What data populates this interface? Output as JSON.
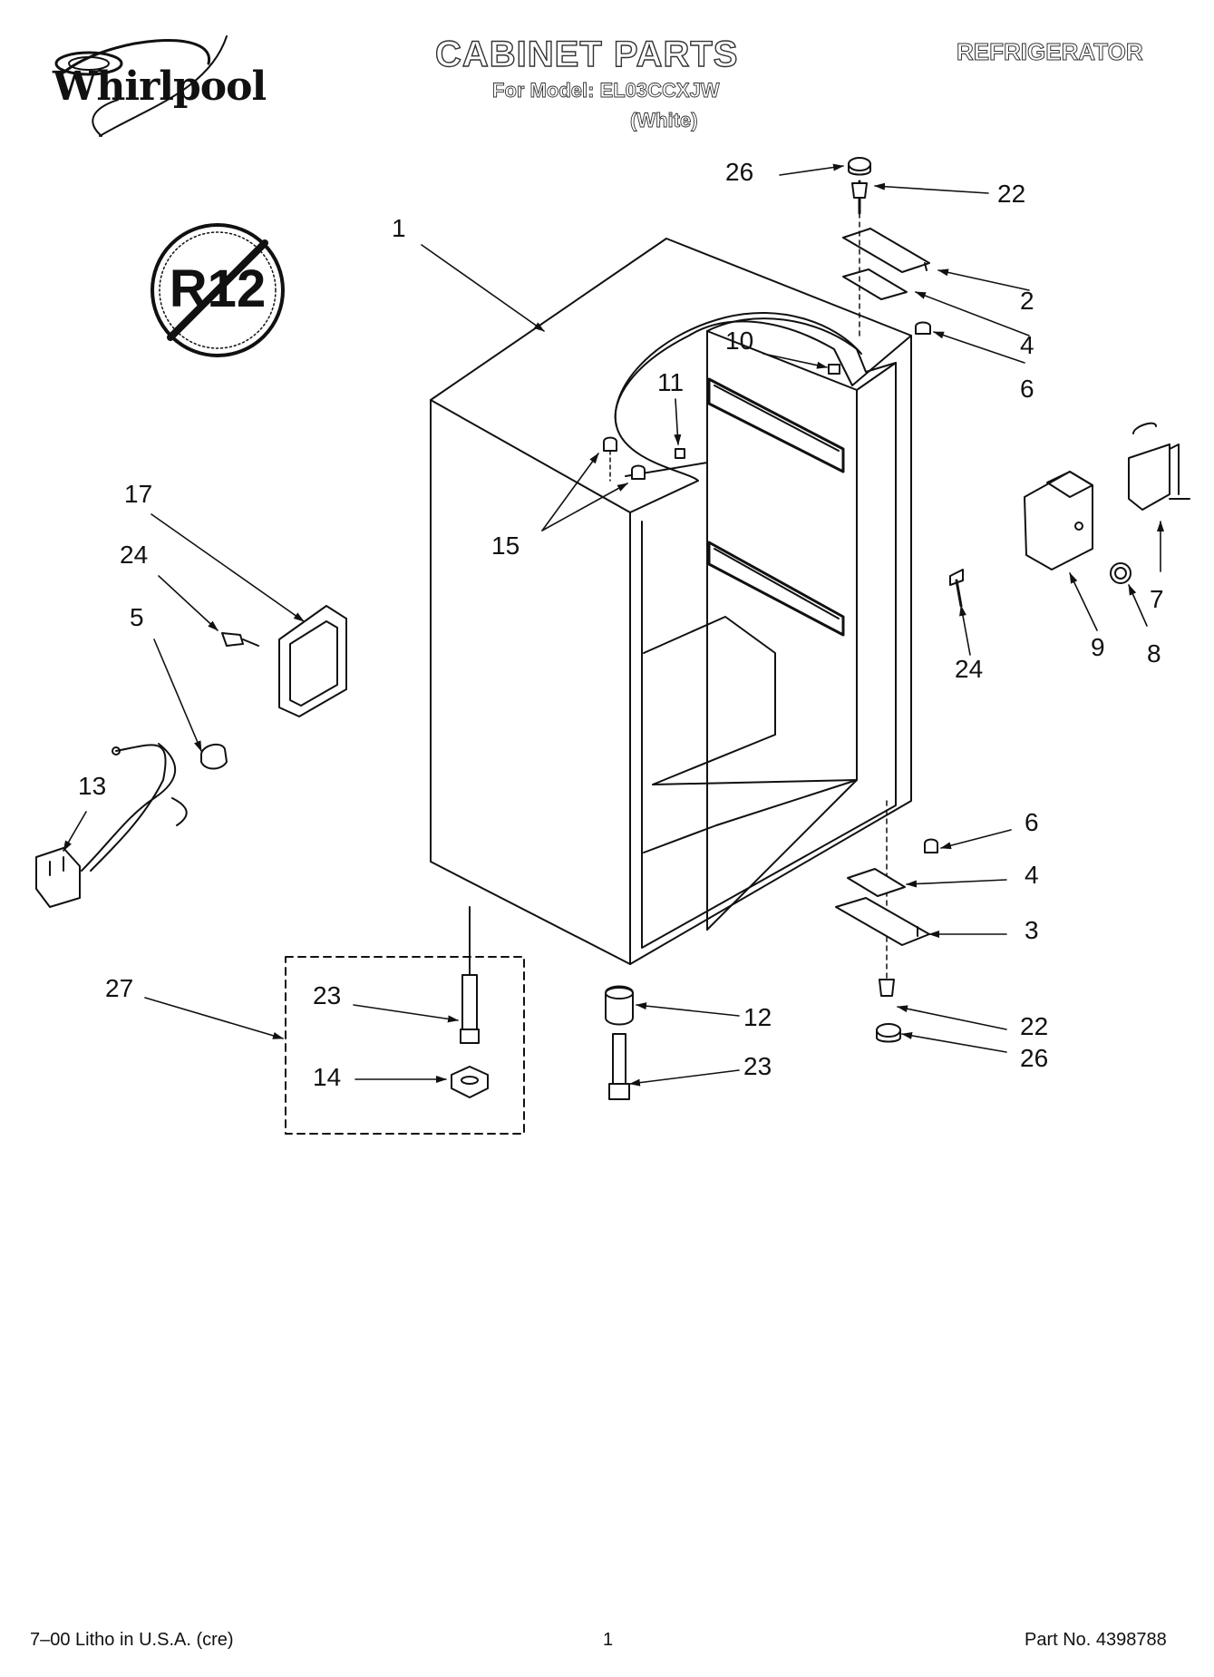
{
  "header": {
    "brand": "Whirlpool",
    "title": "CABINET PARTS",
    "model_line": "For Model: EL03CCXJW",
    "color_line": "(White)",
    "category": "REFRIGERATOR"
  },
  "badge": {
    "text": "R12"
  },
  "callouts": [
    {
      "id": "c26top",
      "text": "26"
    },
    {
      "id": "c22top",
      "text": "22"
    },
    {
      "id": "c1",
      "text": "1"
    },
    {
      "id": "c2",
      "text": "2"
    },
    {
      "id": "c4top",
      "text": "4"
    },
    {
      "id": "c6top",
      "text": "6"
    },
    {
      "id": "c10",
      "text": "10"
    },
    {
      "id": "c11",
      "text": "11"
    },
    {
      "id": "c15",
      "text": "15"
    },
    {
      "id": "c17",
      "text": "17"
    },
    {
      "id": "c24left",
      "text": "24"
    },
    {
      "id": "c5",
      "text": "5"
    },
    {
      "id": "c13",
      "text": "13"
    },
    {
      "id": "c7",
      "text": "7"
    },
    {
      "id": "c9",
      "text": "9"
    },
    {
      "id": "c8",
      "text": "8"
    },
    {
      "id": "c24right",
      "text": "24"
    },
    {
      "id": "c6bot",
      "text": "6"
    },
    {
      "id": "c4bot",
      "text": "4"
    },
    {
      "id": "c3",
      "text": "3"
    },
    {
      "id": "c27",
      "text": "27"
    },
    {
      "id": "c23left",
      "text": "23"
    },
    {
      "id": "c14",
      "text": "14"
    },
    {
      "id": "c12",
      "text": "12"
    },
    {
      "id": "c23right",
      "text": "23"
    },
    {
      "id": "c22bot",
      "text": "22"
    },
    {
      "id": "c26bot",
      "text": "26"
    }
  ],
  "footer": {
    "litho": "7–00 Litho in U.S.A. (cre)",
    "page": "1",
    "part_no": "Part No. 4398788"
  }
}
